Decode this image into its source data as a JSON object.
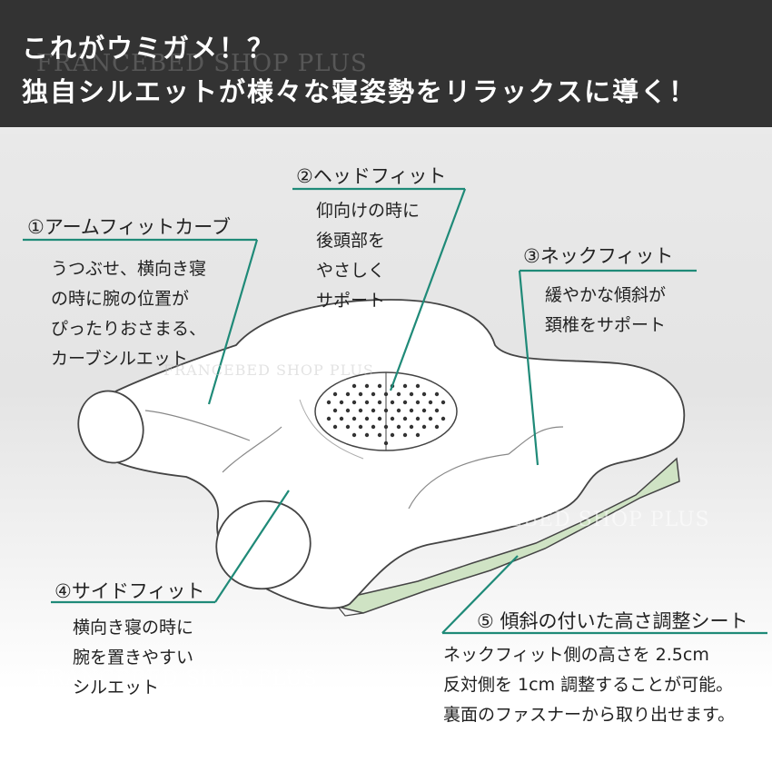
{
  "header": {
    "line1": "これがウミガメ！？",
    "line2": "独自シルエットが様々な寝姿勢をリラックスに導く！",
    "background_color": "#333333"
  },
  "watermark": {
    "text": "FRANCEBED SHOP PLUS"
  },
  "features": [
    {
      "label": "①アームフィットカーブ",
      "lines": [
        "うつぶせ、横向き寝",
        "の時に腕の位置が",
        "ぴったりおさまる、",
        "カーブシルエット"
      ]
    },
    {
      "label": "②ヘッドフィット",
      "lines": [
        "仰向けの時に",
        "後頭部を",
        "やさしく",
        "サポート"
      ]
    },
    {
      "label": "③ネックフィット",
      "lines": [
        "緩やかな傾斜が",
        "頚椎をサポート"
      ]
    },
    {
      "label": "④サイドフィット",
      "lines": [
        "横向き寝の時に",
        "腕を置きやすい",
        "シルエット"
      ]
    },
    {
      "label": "⑤ 傾斜の付いた高さ調整シート",
      "lines": [
        "ネックフィット側の高さを 2.5cm",
        "反対側を 1cm 調整することが可能。",
        "裏面のファスナーから取り出せます。"
      ]
    }
  ],
  "colors": {
    "accent_line": "#1f8a78",
    "pillow_fill": "#ffffff",
    "sheet_fill": "#cfe3c4",
    "dark_text": "#222222"
  }
}
